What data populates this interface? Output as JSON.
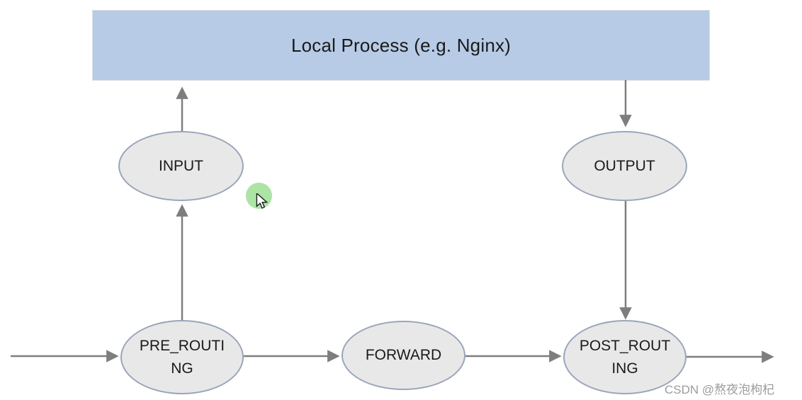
{
  "diagram": {
    "title_box": {
      "label": "Local Process (e.g. Nginx)"
    },
    "nodes": {
      "input": {
        "label": "INPUT"
      },
      "output": {
        "label": "OUTPUT"
      },
      "pre_routing": {
        "label": "PRE_ROUTI\nNG"
      },
      "forward": {
        "label": "FORWARD"
      },
      "post_routing": {
        "label": "POST_ROUT\nING"
      }
    },
    "flow": [
      "in -> PRE_ROUTING",
      "PRE_ROUTING -> FORWARD",
      "FORWARD -> POST_ROUTING",
      "POST_ROUTING -> out",
      "PRE_ROUTING -> INPUT",
      "INPUT -> Local Process",
      "Local Process -> OUTPUT",
      "OUTPUT -> POST_ROUTING"
    ]
  },
  "watermark": {
    "text": "CSDN @熬夜泡枸杞"
  },
  "colors": {
    "process_box_fill": "#b7cbe6",
    "node_fill": "#e9e8e8",
    "node_border": "#9aa5ba",
    "arrow": "#7e7e7e",
    "cursor_highlight": "#ace4a6",
    "watermark_text": "#9c9c9c"
  }
}
